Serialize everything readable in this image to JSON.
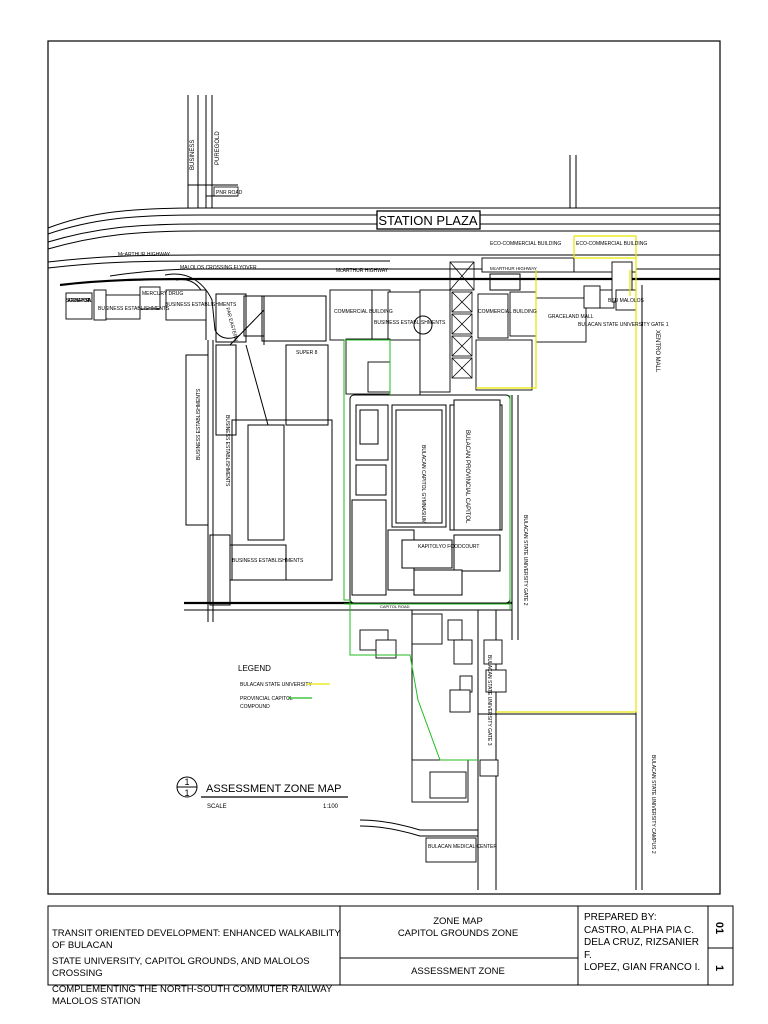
{
  "map": {
    "plaza_label": "STATION PLAZA",
    "roads": {
      "pnr_road": "PNR ROAD",
      "mcarthur_highway_1": "McARTHUR HIGHWAY",
      "mcarthur_highway_2": "McARTHUR HIGHWAY",
      "mcarthur_highway_3": "McARTHUR HIGHWAY",
      "malolos_flyover": "MALOLOS CROSSING FLYOVER",
      "capitol_road": "CAPITOL ROAD"
    },
    "places": {
      "business_top_v": "BUSINESS",
      "pureqold": "PUREGOLD",
      "sacred_heart": "SACRED HEART HOSPITAL",
      "business_1": "BUSINESS ESTABLISHMENTS",
      "mercury_drug": "MERCURY DRUG",
      "business_2": "BUSINESS ESTABLISHMENTS",
      "far_eastern": "FAR EASTERN",
      "commercial_1": "COMMERCIAL BUILDING",
      "business_3": "BUSINESS ESTABLISHMENTS",
      "commercial_2": "COMMERCIAL BUILDING",
      "eco_commercial_1": "ECO-COMMERCIAL BUILDING",
      "eco_commercial_2": "ECO-COMMERCIAL BUILDING",
      "graceland": "GRACELAND MALL",
      "bsu_gate1": "BULACAN STATE UNIVERSITY GATE 1",
      "bsu_malolos": "BSU MALOLOS",
      "xentro_mall": "XENTRO MALL",
      "super8": "SUPER 8",
      "business_4": "BUSINESS ESTABLISHMENTS",
      "business_5": "BUSINESS ESTABLISHMENTS",
      "capitol_gym": "BULACAN CAPITOL GYMNASIUM",
      "provincial_capitol": "BULACAN PROVINCIAL CAPITOL",
      "bsu_gate2": "BULACAN STATE UNIVERSITY GATE 2",
      "kapitolyo": "KAPITOLYO FOODCOURT",
      "business_6": "BUSINESS ESTABLISHMENTS",
      "bsu_gate3": "BULACAN STATE UNIVERSITY GATE 3",
      "bsu_campus2": "BULACAN STATE UNIVERSITY CAMPUS 2",
      "medical_center": "BULACAN MEDICAL CENTER"
    },
    "legend": {
      "title": "LEGEND",
      "bsu": "BULACAN STATE UNIVERSITY",
      "capitol_1": "PROVINCIAL CAPITOL",
      "capitol_2": "COMPOUND",
      "bsu_color": "#e6e600",
      "capitol_color": "#22bb22"
    },
    "title": {
      "number": "1",
      "sheet_ref": "1",
      "name": "ASSESSMENT ZONE MAP",
      "scale_label": "SCALE",
      "scale_value": "1:100"
    }
  },
  "title_block": {
    "project_line1": "TRANSIT ORIENTED DEVELOPMENT: ENHANCED WALKABILITY OF BULACAN",
    "project_line2": "STATE UNIVERSITY, CAPITOL GROUNDS, AND MALOLOS CROSSING",
    "project_line3": "COMPLEMENTING THE NORTH-SOUTH COMMUTER RAILWAY MALOLOS STATION",
    "drawing_line1": "ZONE MAP",
    "drawing_line2": "CAPITOL GROUNDS ZONE",
    "drawing_line3": "ASSESSMENT ZONE",
    "prepared_label": "PREPARED BY:",
    "prepared_1": "CASTRO, ALPHA PIA C.",
    "prepared_2": "DELA CRUZ, RIZSANIER F.",
    "prepared_3": "LOPEZ, GIAN FRANCO I.",
    "sheet_number": "01",
    "sheet_total": "1"
  }
}
